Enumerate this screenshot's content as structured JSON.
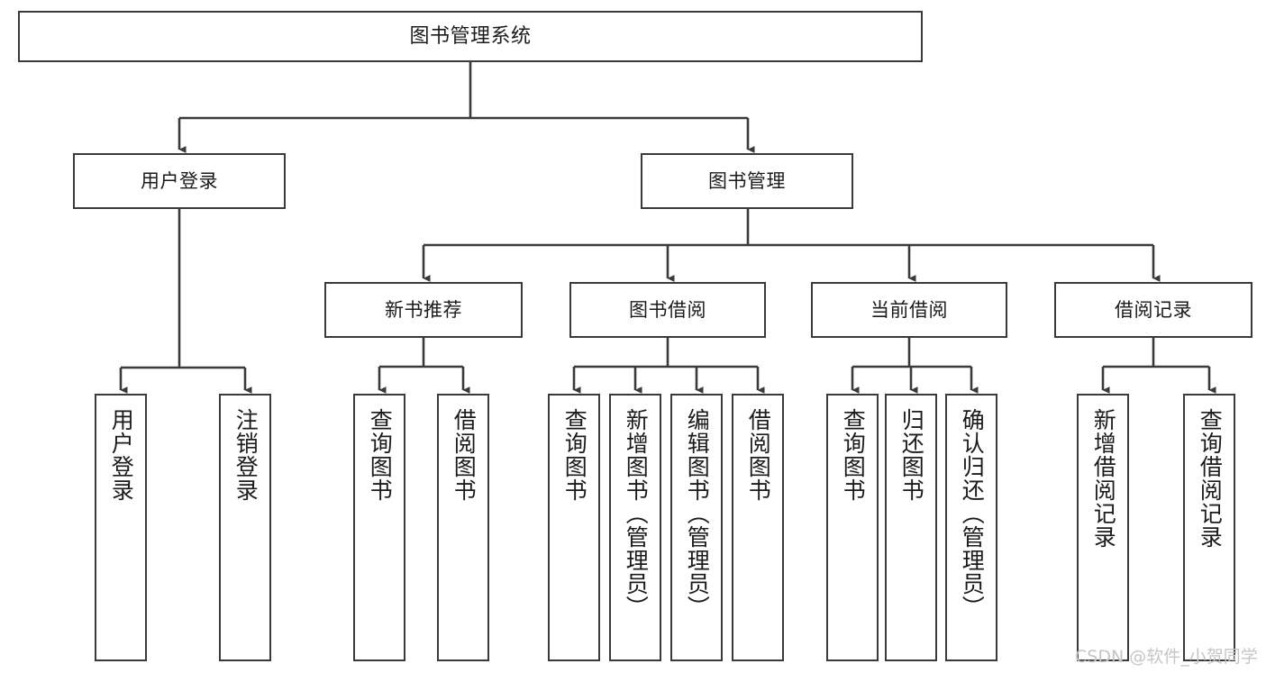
{
  "diagram": {
    "title": "图书管理系统",
    "watermark": "CSDN @软件_小贺同学",
    "colors": {
      "box_border": "#3a3a3a",
      "box_fill": "#ffffff",
      "edge": "#3a3a3a",
      "text": "#1b1b1b",
      "watermark": "#c6c6c6",
      "background": "#ffffff"
    },
    "nodes": {
      "root": {
        "label": "图书管理系统"
      },
      "level2": [
        {
          "label": "用户登录"
        },
        {
          "label": "图书管理"
        }
      ],
      "level3": [
        {
          "label": "新书推荐"
        },
        {
          "label": "图书借阅"
        },
        {
          "label": "当前借阅"
        },
        {
          "label": "借阅记录"
        }
      ],
      "leaves": {
        "user_login": [
          {
            "label": "用户登录"
          },
          {
            "label": "注销登录"
          }
        ],
        "new_book_recommend": [
          {
            "label": "查询图书"
          },
          {
            "label": "借阅图书"
          }
        ],
        "book_borrow": [
          {
            "label": "查询图书"
          },
          {
            "label": "新增图书（管理员）"
          },
          {
            "label": "编辑图书（管理员）"
          },
          {
            "label": "借阅图书"
          }
        ],
        "current_borrow": [
          {
            "label": "查询图书"
          },
          {
            "label": "归还图书"
          },
          {
            "label": "确认归还（管理员）"
          }
        ],
        "borrow_record": [
          {
            "label": "新增借阅记录"
          },
          {
            "label": "查询借阅记录"
          }
        ]
      }
    }
  }
}
